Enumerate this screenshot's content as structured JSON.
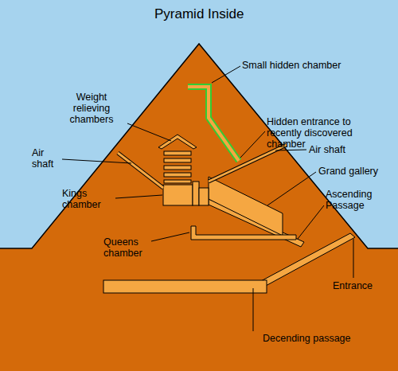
{
  "diagram": {
    "title": "Pyramid Inside",
    "labels": [
      "Small hidden chamber",
      "Weight relieving chambers",
      "Hidden entrance to recently discovered chamber",
      "Air shaft",
      "Air shaft",
      "Grand gallery",
      "Ascending Passage",
      "Kings chamber",
      "Queens chamber",
      "Entrance",
      "Decending passage"
    ]
  }
}
